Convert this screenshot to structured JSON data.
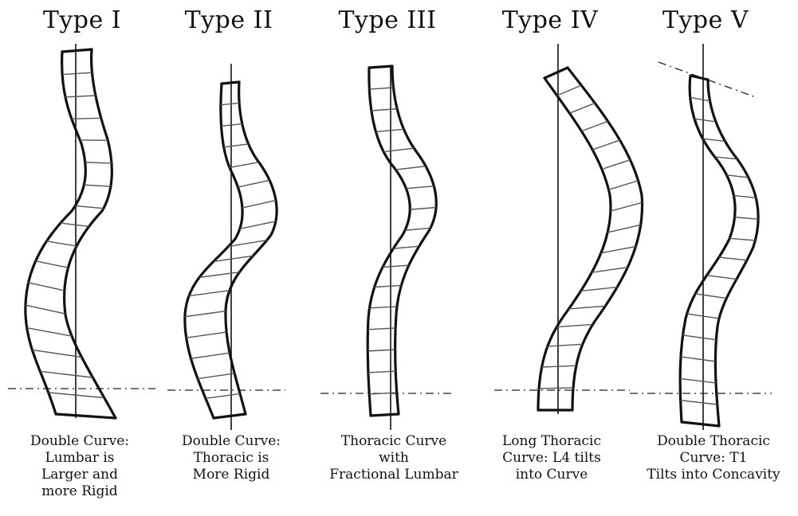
{
  "panels": [
    {
      "title": "Type I",
      "caption": [
        "Double Curve:",
        "Lumbar is",
        "Larger and",
        "more Rigid"
      ]
    },
    {
      "title": "Type II",
      "caption": [
        "Double Curve:",
        "Thoracic is",
        "More Rigid"
      ]
    },
    {
      "title": "Type III",
      "caption": [
        "Thoracic Curve",
        "with",
        "Fractional Lumbar"
      ]
    },
    {
      "title": "Type IV",
      "caption": [
        "Long Thoracic",
        "Curve: L4 tilts",
        "into Curve"
      ]
    },
    {
      "title": "Type V",
      "caption": [
        "Double Thoracic",
        "Curve:  T1",
        "Tilts into Concavity"
      ]
    }
  ]
}
